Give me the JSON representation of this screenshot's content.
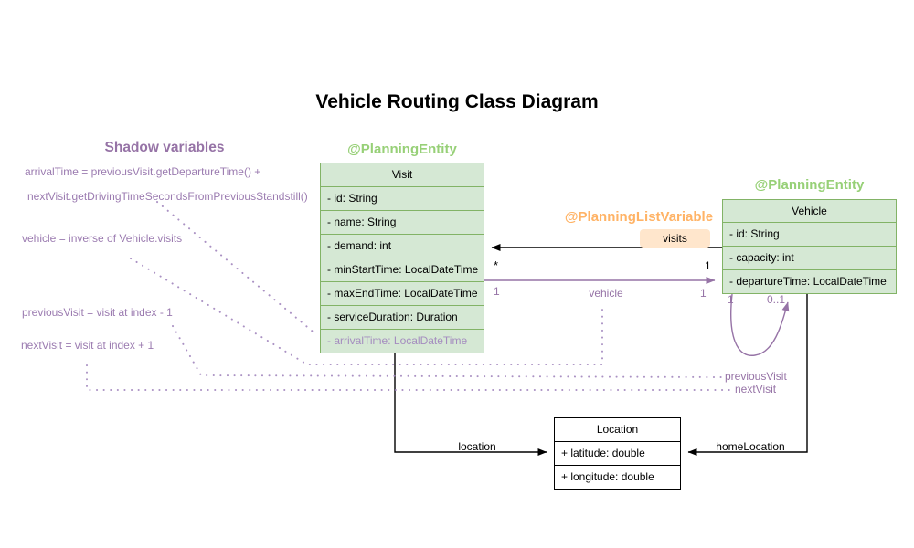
{
  "title": "Vehicle Routing Class Diagram",
  "shadow": {
    "heading": "Shadow variables",
    "arrival_formula_line1": "arrivalTime = previousVisit.getDepartureTime() +",
    "arrival_formula_line2": "nextVisit.getDrivingTimeSecondsFromPreviousStandstill()",
    "vehicle_formula": "vehicle = inverse of Vehicle.visits",
    "previous_visit_formula": "previousVisit = visit at index - 1",
    "next_visit_formula": "nextVisit = visit at index + 1"
  },
  "annotations": {
    "visit_planning_entity": "@PlanningEntity",
    "vehicle_planning_entity": "@PlanningEntity",
    "planning_list_variable": "@PlanningListVariable"
  },
  "classes": {
    "visit": {
      "name": "Visit",
      "attributes": [
        "- id: String",
        "- name: String",
        "- demand: int",
        "- minStartTime: LocalDateTime",
        "- maxEndTime: LocalDateTime",
        "- serviceDuration: Duration",
        "- arrivalTime: LocalDateTime"
      ]
    },
    "vehicle": {
      "name": "Vehicle",
      "attributes": [
        "- id: String",
        "- capacity: int",
        "- departureTime: LocalDateTime"
      ]
    },
    "location": {
      "name": "Location",
      "attributes": [
        "+ latitude: double",
        "+ longitude: double"
      ]
    }
  },
  "edges": {
    "visits": {
      "label": "visits",
      "visit_mult": "*",
      "vehicle_mult": "1"
    },
    "vehicle_ref": {
      "label": "vehicle",
      "visit_mult": "1",
      "vehicle_mult": "1"
    },
    "self_loop": {
      "source_mult": "1",
      "target_mult": "0..1",
      "previous_label": "previousVisit",
      "next_label": "nextVisit"
    },
    "location_ref": {
      "label": "location"
    },
    "home_location_ref": {
      "label": "homeLocation"
    }
  },
  "colors": {
    "entity_annotation_green": "#97D077",
    "class_fill_green": "#D5E8D4",
    "class_border_green": "#82B366",
    "list_variable_orange": "#FFB366",
    "visits_chip_fill": "#FFE6CC",
    "shadow_purple": "#9673A6",
    "edge_black": "#000000"
  }
}
